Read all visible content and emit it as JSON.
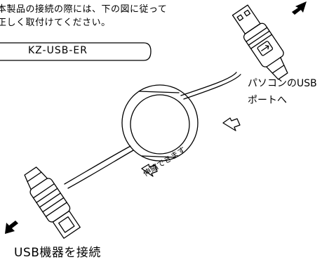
{
  "instruction": {
    "line1": "本製品の接続の際には、下の図に従って",
    "line2": "正しく取付けてください。"
  },
  "model_label": "KZ-USB-ER",
  "pc_label": {
    "line1": "パソコンのUSB",
    "line2": "ポートへ"
  },
  "extend_label": "伸縮できます",
  "device_label": "USB機器を接続",
  "icons": {
    "top_arrow": "arrow-up-right-icon",
    "bottom_arrow": "arrow-down-left-icon",
    "usb_symbol": "usb-icon",
    "extend_left": "outline-arrow-left-icon",
    "extend_right": "outline-arrow-right-icon"
  },
  "colors": {
    "line": "#000000",
    "background": "#ffffff"
  }
}
